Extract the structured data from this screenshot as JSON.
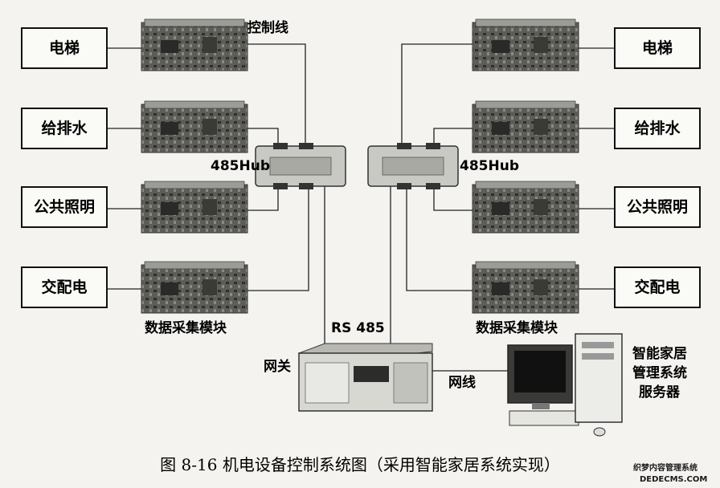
{
  "left": {
    "boxes": [
      "电梯",
      "给排水",
      "公共照明",
      "交配电"
    ],
    "hub_label": "485Hub",
    "control_line_label": "控制线",
    "module_label": "数据采集模块"
  },
  "right": {
    "boxes": [
      "电梯",
      "给排水",
      "公共照明",
      "交配电"
    ],
    "hub_label": "485Hub",
    "module_label": "数据采集模块"
  },
  "bus_label": "RS 485",
  "gateway_label": "网关",
  "network_line_label": "网线",
  "server_label_lines": [
    "智能家居",
    "管理系统",
    "服务器"
  ],
  "caption": "图 8-16   机电设备控制系统图（采用智能家居系统实现）",
  "watermark_lines": [
    "织梦内容管理系统",
    "DEDECMS.COM"
  ]
}
